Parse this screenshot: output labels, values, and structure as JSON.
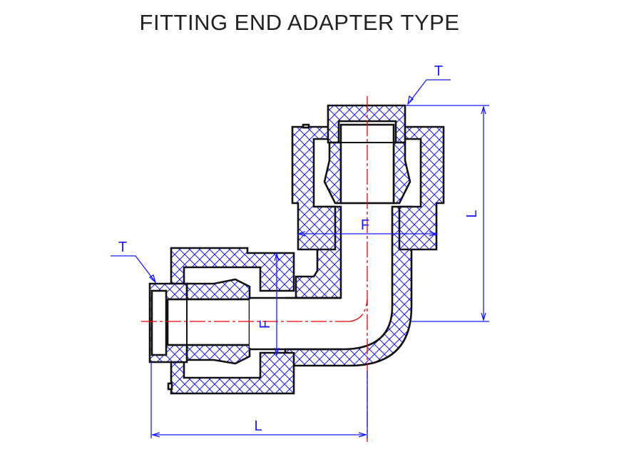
{
  "title": "FITTING END ADAPTER TYPE",
  "labels": {
    "thread_top": "T",
    "thread_left": "T",
    "length_vertical": "L",
    "length_horizontal": "L",
    "bore_vertical": "F",
    "bore_horizontal": "F"
  },
  "colors": {
    "hatch": "#1a1aff",
    "centerline": "#e00000",
    "outline": "#111111"
  }
}
